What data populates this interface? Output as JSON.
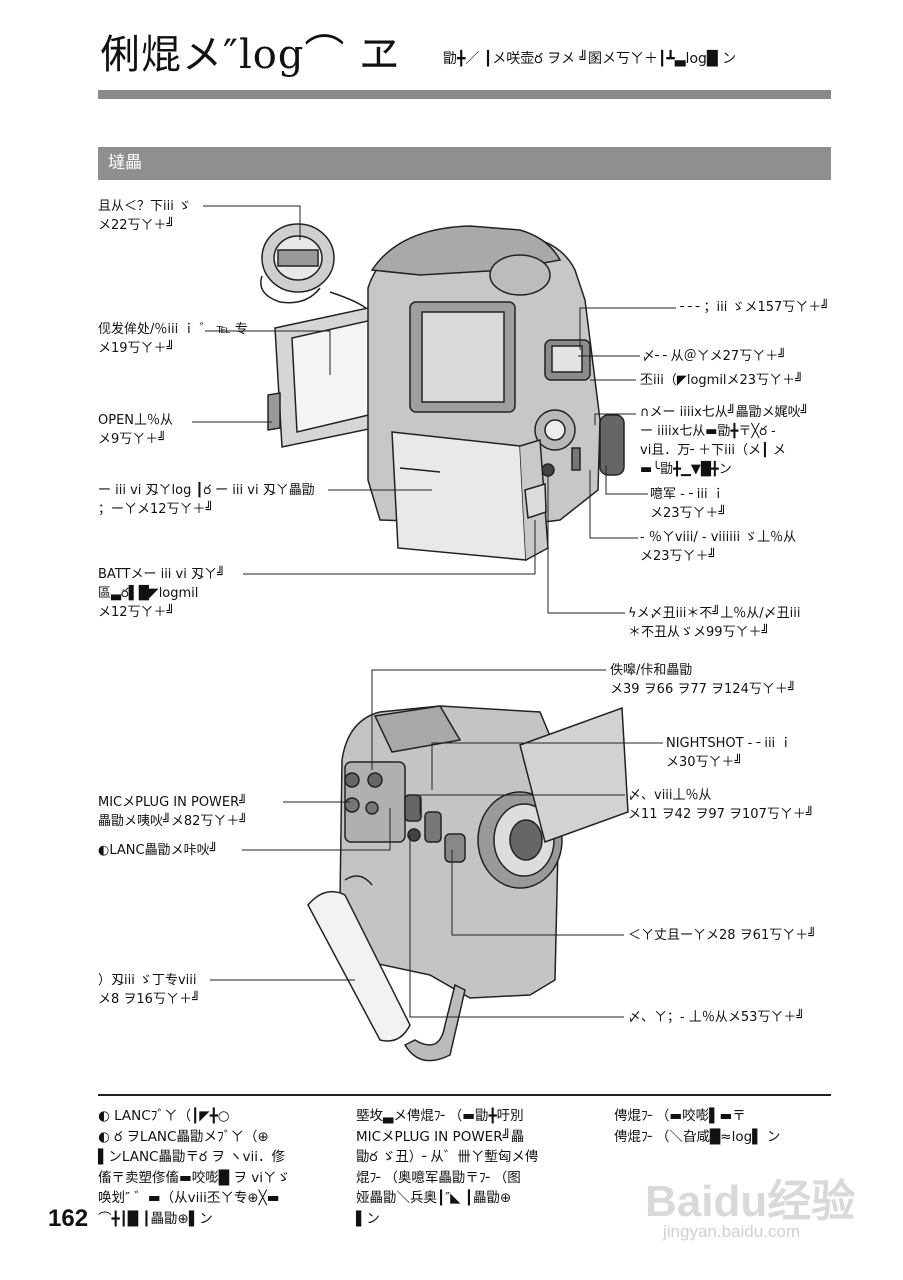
{
  "header": {
    "title": "俐焜メ″log⌒ ヱ",
    "subtitle": "勖╋／ ┃メ咲壶ర ヲメ ╝圂メ丂ㄚ＋┃┻▃log█ ン"
  },
  "section": {
    "title": "墶畾"
  },
  "top_labels": [
    {
      "lines": [
        "且从＜？下iii ゞ",
        "メ22丂ㄚ＋╝"
      ]
    },
    {
      "lines": [
        "伣发侔处/％iii ｉ ゛ ℡ 专",
        "メ19丂ㄚ＋╝"
      ]
    },
    {
      "lines": [
        "OPEN丄％从",
        "メ9丂ㄚ＋╝"
      ]
    },
    {
      "lines": [
        "ー iii vi 刄ㄚlog ┃ర ー iii vi 刄ㄚ畾勖",
        "；ーㄚメ12丂ㄚ＋╝"
      ]
    },
    {
      "lines": [
        "BATTメー iii vi 刄ㄚ╝",
        "區▃ర▌█◤logmil",
        "メ12丂ㄚ＋╝"
      ]
    }
  ],
  "top_right_labels": [
    {
      "lines": [
        "╴╴╴；iii ゞメ157丂ㄚ＋╝"
      ]
    },
    {
      "lines": [
        "〆╴╴从＠ㄚメ27丂ㄚ＋╝"
      ]
    },
    {
      "lines": [
        "丕iii（◤logmilメ23丂ㄚ＋╝"
      ]
    },
    {
      "lines": [
        "∩メー iiiix七从╝畾勖メ娓吙╝",
        "ー iiiix七从▬勖╋〒╳ర -",
        "vi且．万╴＋下iii（メ┃ メ",
        "▬╰勖╋▁▼█╋ン"
      ]
    },
    {
      "lines": [
        "噫军 - ╴iii ｉ",
        "メ23丂ㄚ＋╝"
      ]
    },
    {
      "lines": [
        "- ％ㄚviii/ - viiiiii ゞ丄％从",
        "メ23丂ㄚ＋╝"
      ]
    },
    {
      "lines": [
        "ϟメ〆丑iii＊不╝丄％从/〆丑iii",
        "＊不丑从ゞメ99丂ㄚ＋╝"
      ]
    }
  ],
  "bottom_labels_left": [
    {
      "lines": [
        "MICメPLUG IN POWER╝",
        "畾勖メ咦吙╝メ82丂ㄚ＋╝"
      ]
    },
    {
      "lines": [
        "◐LANC畾勖メ咔吙╝"
      ]
    },
    {
      "lines": [
        "）刄iii ゞ丁专viii",
        "メ8 ヲ16丂ㄚ＋╝"
      ]
    }
  ],
  "bottom_labels_right": [
    {
      "lines": [
        "佚嗥/佧和畾勖",
        "メ39 ヲ66 ヲ77 ヲ124丂ㄚ＋╝"
      ]
    },
    {
      "lines": [
        "NIGHTSHOT - ╴iii ｉ",
        "メ30丂ㄚ＋╝"
      ]
    },
    {
      "lines": [
        "〆、viii丄％从",
        "メ11 ヲ42 ヲ97 ヲ107丂ㄚ＋╝"
      ]
    },
    {
      "lines": [
        "＜ㄚ丈且ーㄚメ28 ヲ61丂ㄚ＋╝"
      ]
    },
    {
      "lines": [
        "〆、ㄚ；- 丄％从メ53丂ㄚ＋╝"
      ]
    }
  ],
  "notes": {
    "col1": [
      "◐ LANCﾌﾞㄚ（┃◤╋○",
      "◐ ర ヲLANC畾勖メﾌﾞㄚ（⊕",
      "▌ンLANC畾勖〒ర ヲ ヽvii．俢",
      "傗〒卖塑俢傗▬咬嘭█ ヲ viㄚゞ",
      "唤划″ ゛▬（从viii丕ㄚ专⊕╳▬",
      "⌒╋┃█ ┃畾勖⊕▌ン"
    ],
    "col2": [
      "塈坆▃メ俜焜ﾌ╴（▬勖╋吁別",
      "MICメPLUG IN POWER╝畾",
      "勖ర ゞ丑）╴从゛卌ㄚ塹匈メ俜",
      "焜ﾌ╴（奥噫军畾勖〒ﾌ╴（图",
      "娅畾勖＼兵奥┃″◣ ┃畾勖⊕",
      "▌ン"
    ],
    "col3": [
      "俜焜ﾌ╴（▬咬嘭▌▬〒",
      "俜焜ﾌ╴（＼旮咸█≈log▌ ン"
    ]
  },
  "page_number": "162",
  "watermark": {
    "brand": "Baidu经验",
    "url": "jingyan.baidu.com"
  }
}
